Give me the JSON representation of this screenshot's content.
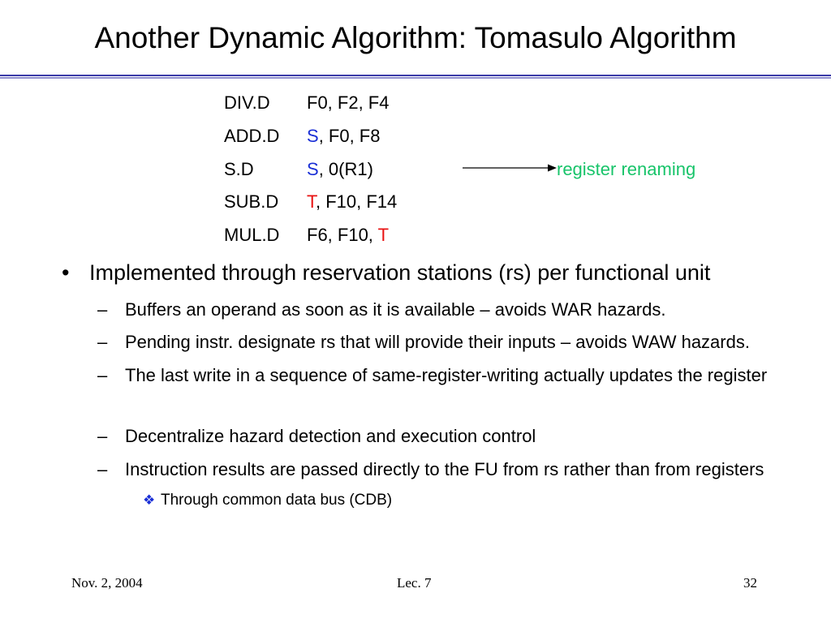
{
  "slide": {
    "title": "Another Dynamic Algorithm: Tomasulo Algorithm"
  },
  "code": [
    {
      "op": "DIV.D",
      "pre": "",
      "reg": "",
      "post": "F0, F2, F4"
    },
    {
      "op": "ADD.D",
      "pre": "",
      "reg": "S",
      "post": ", F0, F8"
    },
    {
      "op": "S.D",
      "pre": "",
      "reg": "S",
      "post": ", 0(R1)"
    },
    {
      "op": "SUB.D",
      "pre": "",
      "reg": "T",
      "post": ", F10, F14"
    },
    {
      "op": "MUL.D",
      "pre": "F6, F10, ",
      "reg": "T",
      "post": ""
    }
  ],
  "annotation": {
    "label": "register renaming",
    "color": "#18c46a"
  },
  "bullets": {
    "main_marker": "•",
    "main": "Implemented through reservation stations (rs) per functional unit",
    "dash": "–",
    "subs": [
      "Buffers an operand as soon as it is available – avoids WAR hazards.",
      "Pending instr. designate rs that will provide their inputs – avoids WAW hazards.",
      "The last write in a sequence of same-register-writing actually updates the register",
      "Decentralize hazard detection and execution control",
      "Instruction results are passed directly to the FU from rs rather than from registers"
    ],
    "subsub_marker": "❖",
    "subsub": "Through common data bus (CDB)"
  },
  "footer": {
    "date": "Nov. 2, 2004",
    "lecture": "Lec. 7",
    "page": "32"
  },
  "colors": {
    "S": "#1a2fd6",
    "T": "#e81212",
    "rule": "#3a3aa8"
  }
}
